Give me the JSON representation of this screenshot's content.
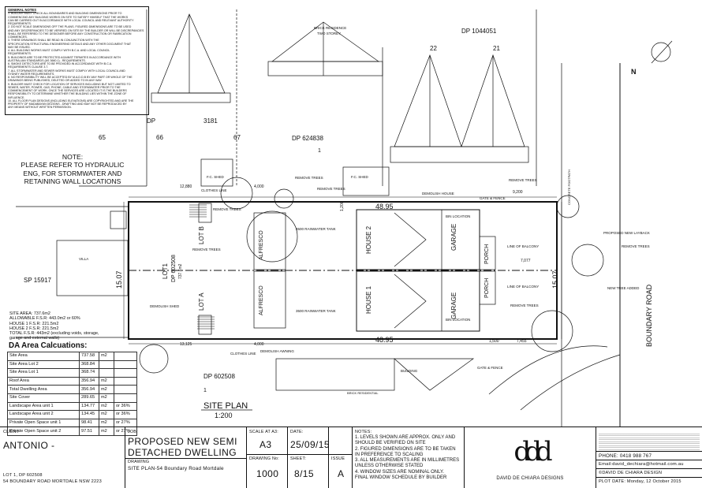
{
  "general_notes": {
    "heading": "GENERAL NOTES",
    "lines": [
      "1. BUILDER MUST CHECK ALL BOUNDARIES AND BUILDING DIMENSIONS PRIOR TO",
      "COMMENCING ANY BUILDING WORKS ON SITE TO SATISFY HIMSELF THAT THE WORKS",
      "CAN BE CARRIED OUT IN ACCORDANCE WITH LOCAL COUNCIL AND RELEVANT AUTHORITY",
      "REQUIREMENTS.",
      "2. DO NOT SCALE DIMENSIONS OFF THE PLANS. FIGURED DIMENSIONS ARE TO BE USED",
      "AND ANY DISCREPANCIES TO BE VERIFIED ON SITE BY THE BUILDER OR WILL BE DISCREPANCIES",
      "SHALL BE REFERRED TO THE DESIGNER BEFORE ANY CONSTRUCTION OR FABRICATION",
      "COMMENCES.",
      "3. THESE DRAWINGS SHALL BE READ IN CONJUNCTION WITH THE",
      "SPECIFICATION,STRUCTURAL ENGINEERING DETAILS AND ANY OTHER DOCUMENT THAT",
      "MAY BE ISSUED.",
      "4. ALL BUILDING WORKS MUST COMPLY WITH B.C.A. AND LOCAL COUNCIL",
      "REQUIREMENTS.",
      "5. BUILDINGS ARE TO BE PROTECTED AGAINST TERMITES IN ACCORDANCE WITH",
      "AUSTRALIAN STANDARDS (AS 3660.1) - REQUIREMENTS.",
      "6. SMOKE DETECTORS ARE TO BE PROVIDED IN ACCORDANCE WITH B.C.A.",
      "REQUIREMENTS CLAUSE 3.7.",
      "7. ALL STORMWATER AND SEWER WORKS MUST COMPLY WITH LOCAL COUNCIL AND",
      "SYDNEY WATER REQUIREMENTS.",
      "8. NO RESPONSIBILITY WILL BE ACCEPTED BY M.A.D.D.B BY ANY PART OR WHOLE OF THE",
      "DRAWINGS BEING PUBLISHED, DELETED OR ADDED TO IN ANY WAY.",
      "9. BUILDER MUST CHECK FOR LOCATION OF SERVICES INCLUDING BUT NOT LIMITED TO",
      "SEWER, WATER, POWER, GAS, PHONE, CABLE AND STORMWATER PRIOR TO THE",
      "COMMENCEMENT OF WORK. ONCE THE SERVICES ARE LOCATED IT IS THE BUILDERS",
      "RESPONSIBILITY TO DETERMINE WHETHER THE BUILDING LIES WITHIN THE ZONE OF",
      "INFLUENCE.",
      "10. ALL FLOOR PLAN DESIGNS (INCLUDING ELEVATIONS) ARE COPYRIGHTED AND ARE THE",
      "PROPERTY OF MADABAYAN DEZIGNS - DRAFTING AND MAY NOT BE REPRODUCED BY",
      "ANY MEANS WITHOUT WRITTEN PERMISSION."
    ]
  },
  "hydraulic_note": {
    "heading": "NOTE:",
    "lines": [
      "PLEASE REFER TO HYDRAULIC",
      "ENG, FOR STORMWATER AND",
      "RETAINING WALL LOCATIONS"
    ]
  },
  "site_labels": {
    "dp_3181": "DP",
    "dp_3181_num": "3181",
    "lot65": "65",
    "lot66": "66",
    "lot67": "67",
    "dp_624838": "DP 624838",
    "lot1_top": "1",
    "dp_1044051": "DP 1044051",
    "lot22": "22",
    "lot21": "21",
    "sp_15917": "SP 15917",
    "dp_602508": "DP 602508",
    "lot1_bottom": "1",
    "boundary_road": "BOUNDARY ROAD",
    "dim_top": "48.95",
    "dim_bottom": "48.95",
    "dim_left": "15.07",
    "dim_right": "15.07",
    "dim_12880": "12,880",
    "dim_4000_top": "4,000",
    "dim_9200": "9,200",
    "dim_7077": "7,077",
    "dim_13125": "13,125",
    "dim_4000_bottom": "4,000",
    "dim_1500": "1,500",
    "dim_7455": "7,455",
    "dim_1200": "1,200",
    "lot_b": "LOT B",
    "lot_a": "LOT A",
    "lot1_dp": "LOT1",
    "lot1_dp_num": "DP 602508",
    "lot1_area": "737.6m2",
    "house2": "HOUSE 2",
    "house1": "HOUSE 1",
    "garage_top": "GARAGE",
    "garage_bottom": "GARAGE",
    "alfresco_top": "ALFRESCO",
    "alfresco_bottom": "ALFRESCO",
    "porch_top": "PORCH",
    "porch_bottom": "PORCH",
    "rainwater_top": "3500 RAINWATER TANK",
    "rainwater_bottom": "3500 RAINWATER TANK",
    "remove_trees": "REMOVE TREES",
    "demolish_house": "DEMOLISH HOUSE",
    "gate_fence_top": "GATE & FENCE",
    "gate_fence_bottom": "GATE & FENCE",
    "bin_location_top": "BIN LOCATION",
    "bin_location_bottom": "BIN LOCATION",
    "line_of_balcony_top": "LINE OF BALCONY",
    "line_of_balcony_bottom": "LINE OF BALCONY",
    "proposed_layback": "PROPOSED NEW LAYBACK",
    "new_tree": "NEW TREE ADDED",
    "clothes_line_top": "CLOTHES LINE",
    "clothes_line_bottom": "CLOTHES LINE",
    "demolish_shed": "DEMOLISH SHED",
    "demolish_awning": "DEMOLISH AWNING",
    "villa": "VILLA",
    "brick_residence": "BRICK RESIDENCE",
    "two_storey": "TWO STOREY",
    "fc_shed_1": "F.C. SHED",
    "fc_shed_2": "F.C. SHED",
    "building": "BUILDING",
    "brick_residential": "BRICK RESIDENTIAL",
    "concrete_footpath": "CONCRETE FOOTPATH",
    "site_plan": "SITE PLAN",
    "scale": "1:200",
    "north": "N"
  },
  "site_summary": {
    "lines": [
      "SITE AREA: 737.6m2",
      "ALLOWABLE F.S.R: 443.0m2 or 60%",
      "HOUSE 1 F.S.R: 221.5m2",
      "HOUSE 2 F.S.R: 221.5m2",
      "TOTAL F.S.R: 443m2 (excluding voids, storage,",
      "garage and external walls)"
    ]
  },
  "da_area": {
    "title": "DA Area Calcuations:",
    "rows": [
      {
        "label": "Site Area",
        "value": "737.58",
        "unit": "m2",
        "pct": ""
      },
      {
        "label": "Site Area Lot 2",
        "value": "368.84",
        "unit": "",
        "pct": ""
      },
      {
        "label": "Site Area Lot 1",
        "value": "368.74",
        "unit": "",
        "pct": ""
      },
      {
        "label": "Roof Area",
        "value": "356.94",
        "unit": "m2",
        "pct": ""
      },
      {
        "label": "Total Dwelling Area",
        "value": "356.94",
        "unit": "m2",
        "pct": ""
      },
      {
        "label": "Site Cover",
        "value": "289.65",
        "unit": "m2",
        "pct": ""
      },
      {
        "label": "Landscape Area unit 1",
        "value": "134.77",
        "unit": "m2",
        "pct": "or 36%"
      },
      {
        "label": "Landscape Area unit 2",
        "value": "134.45",
        "unit": "m2",
        "pct": "or 36%"
      },
      {
        "label": "Private Open Space unit 1",
        "value": "98.41",
        "unit": "m2",
        "pct": "or 27%"
      },
      {
        "label": "Private Open Space unit 2",
        "value": "97.51",
        "unit": "m2",
        "pct": "or 27%"
      }
    ]
  },
  "title_block": {
    "client_label": "CLIENT",
    "client": "ANTONIO -",
    "lot_line": "LOT 1, DP 602508",
    "address": "54 BOUNDARY ROAD MORTDALE NSW 2223",
    "job_label": "JOB:",
    "job_line1": "PROPOSED NEW SEMI",
    "job_line2": "DETACHED DWELLING",
    "drawing_label": "DRAWING",
    "drawing": "SITE PLAN-54 Boundary Road Mortdale",
    "scale_label": "SCALE AT A3:",
    "scale": "A3",
    "date_label": "DATE:",
    "date": "25/09/15",
    "drawing_no_label": "DRAWING No:",
    "drawing_no": "1000",
    "sheet_label": "SHEET:",
    "sheet": "8/15",
    "issue_label": "ISSUE",
    "issue": "A",
    "notes_label": "NOTES:",
    "notes": [
      "1. LEVELS SHOWN ARE APPROX. ONLY AND",
      "SHOULD BE VERIFIED ON SITE",
      "2. FIGURED DIMENSIONS ARE TO BE TAKEN",
      "IN PREFERENCE TO SCALING",
      "3. ALL MEASUREMENTS ARE IN MILLIMETRES",
      "UNLESS OTHERWISE STATED",
      "4. WINDOW SIZES ARE NOMINAL ONLY.",
      "FINAL WINDOW SCHEDULE BY BUILDER"
    ],
    "logo_letters": "ddd",
    "company": "DAVID DE CHIARA DESIGNS",
    "phone": "PHONE: 0418 988 767",
    "email": "Email:david_dechiara@hotmail.com.au",
    "copyright": "©DAVID DE CHIARA DESIGN",
    "plot_date": "PLOT DATE: Monday, 12 October 2015"
  }
}
